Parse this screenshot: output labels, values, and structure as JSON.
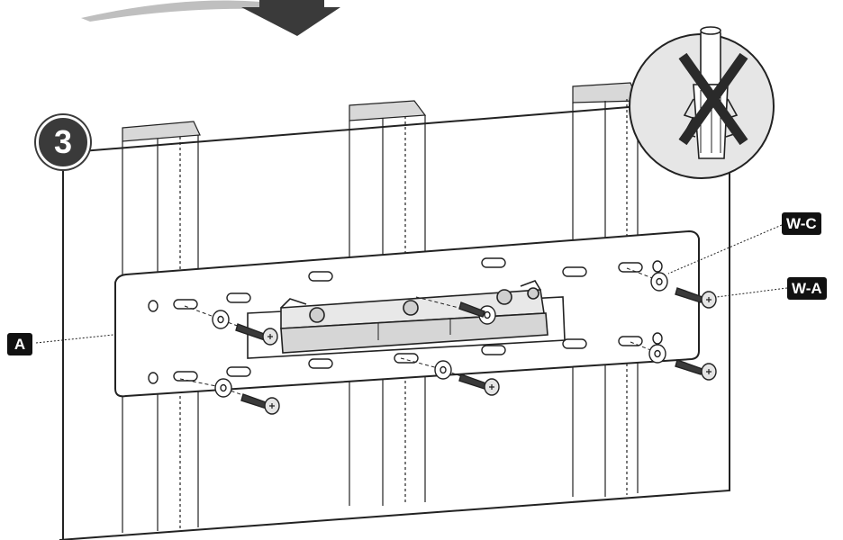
{
  "step": {
    "number": "3"
  },
  "labels": {
    "a": "A",
    "wc": "W-C",
    "wa": "W-A"
  },
  "colors": {
    "ink": "#222222",
    "badge": "#3a3a3a",
    "label_bg": "#111111",
    "inset_bg": "#e6e6e6",
    "stud": "#f4f4f4"
  },
  "icons": {
    "prohibited": "wall-anchor-prohibited-icon",
    "arrow": "down-arrow-icon"
  }
}
